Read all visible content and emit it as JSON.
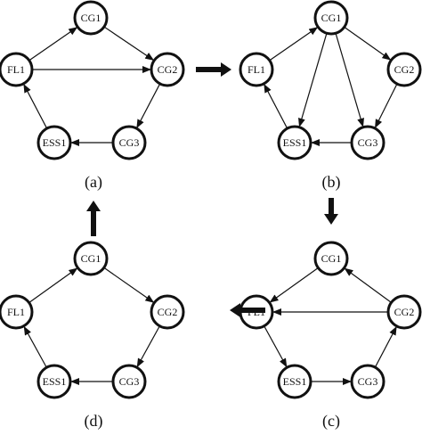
{
  "colors": {
    "ink": "#111111",
    "node_fill": "#ffffff",
    "background": "#ffffff"
  },
  "panels": [
    {
      "caption": "(a)",
      "nodes": [
        {
          "id": "CG1",
          "label": "CG1"
        },
        {
          "id": "FL1",
          "label": "FL1"
        },
        {
          "id": "CG2",
          "label": "CG2"
        },
        {
          "id": "ESS1",
          "label": "ESS1"
        },
        {
          "id": "CG3",
          "label": "CG3"
        }
      ],
      "edges": [
        {
          "from": "FL1",
          "to": "CG1"
        },
        {
          "from": "CG1",
          "to": "CG2"
        },
        {
          "from": "FL1",
          "to": "CG2"
        },
        {
          "from": "CG2",
          "to": "CG3"
        },
        {
          "from": "CG3",
          "to": "ESS1"
        },
        {
          "from": "ESS1",
          "to": "FL1"
        }
      ]
    },
    {
      "caption": "(b)",
      "nodes": [
        {
          "id": "CG1",
          "label": "CG1"
        },
        {
          "id": "FL1",
          "label": "FL1"
        },
        {
          "id": "CG2",
          "label": "CG2"
        },
        {
          "id": "ESS1",
          "label": "ESS1"
        },
        {
          "id": "CG3",
          "label": "CG3"
        }
      ],
      "edges": [
        {
          "from": "FL1",
          "to": "CG1"
        },
        {
          "from": "CG1",
          "to": "CG2"
        },
        {
          "from": "CG1",
          "to": "ESS1"
        },
        {
          "from": "CG1",
          "to": "CG3"
        },
        {
          "from": "CG2",
          "to": "CG3"
        },
        {
          "from": "CG3",
          "to": "ESS1"
        },
        {
          "from": "ESS1",
          "to": "FL1"
        }
      ]
    },
    {
      "caption": "(c)",
      "nodes": [
        {
          "id": "CG1",
          "label": "CG1"
        },
        {
          "id": "FL1",
          "label": "FL1"
        },
        {
          "id": "CG2",
          "label": "CG2"
        },
        {
          "id": "ESS1",
          "label": "ESS1"
        },
        {
          "id": "CG3",
          "label": "CG3"
        }
      ],
      "edges": [
        {
          "from": "CG1",
          "to": "FL1"
        },
        {
          "from": "CG2",
          "to": "CG1"
        },
        {
          "from": "CG2",
          "to": "FL1"
        },
        {
          "from": "CG3",
          "to": "CG2"
        },
        {
          "from": "ESS1",
          "to": "CG3"
        },
        {
          "from": "FL1",
          "to": "ESS1"
        }
      ]
    },
    {
      "caption": "(d)",
      "nodes": [
        {
          "id": "CG1",
          "label": "CG1"
        },
        {
          "id": "FL1",
          "label": "FL1"
        },
        {
          "id": "CG2",
          "label": "CG2"
        },
        {
          "id": "ESS1",
          "label": "ESS1"
        },
        {
          "id": "CG3",
          "label": "CG3"
        }
      ],
      "edges": [
        {
          "from": "FL1",
          "to": "CG1"
        },
        {
          "from": "CG1",
          "to": "CG2"
        },
        {
          "from": "CG2",
          "to": "CG3"
        },
        {
          "from": "CG3",
          "to": "ESS1"
        },
        {
          "from": "ESS1",
          "to": "FL1"
        }
      ]
    }
  ],
  "transitions": [
    {
      "from": "(a)",
      "to": "(b)",
      "direction": "right"
    },
    {
      "from": "(b)",
      "to": "(c)",
      "direction": "down"
    },
    {
      "from": "(c)",
      "to": "(d)",
      "direction": "left"
    },
    {
      "from": "(d)",
      "to": "(a)",
      "direction": "up"
    }
  ]
}
